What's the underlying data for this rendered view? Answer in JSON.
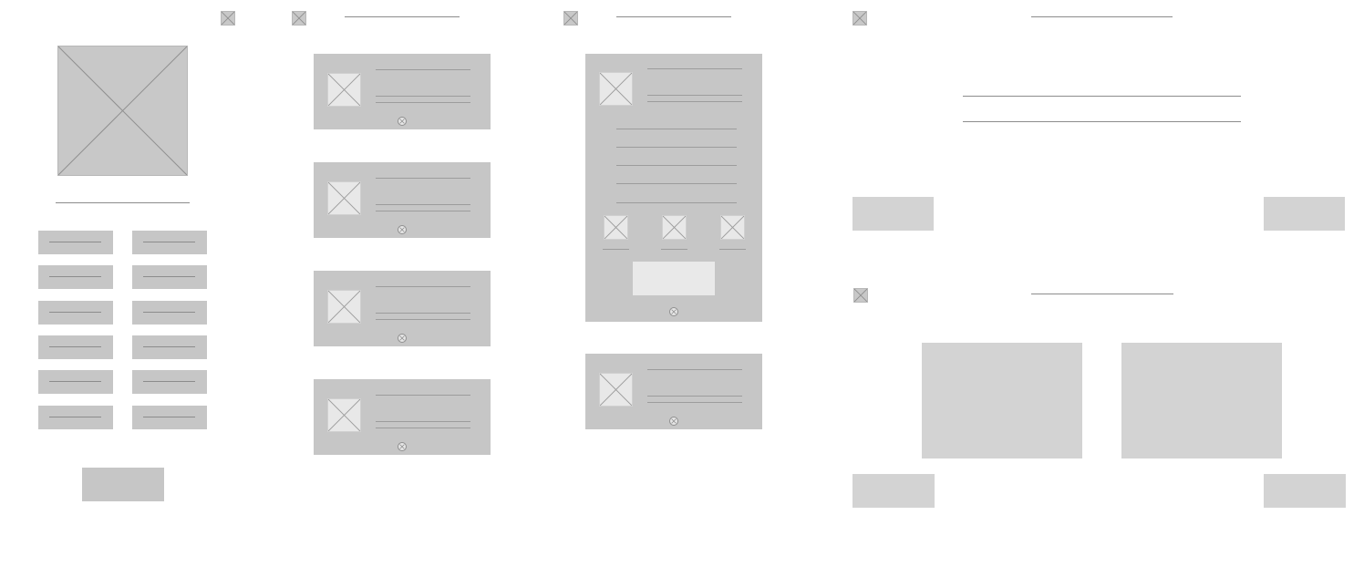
{
  "screens": {
    "menu": {
      "image": "image-placeholder",
      "buttons_rows": 6,
      "buttons_cols": 2
    },
    "list": {
      "cards": 4
    },
    "detail": {
      "thumbnails": 3
    },
    "confirm": {},
    "compare": {}
  },
  "icons": {
    "placeholder": "crossed-box-icon",
    "close": "close-circle-icon"
  },
  "colors": {
    "placeholder": "#c8c8c8",
    "card": "#c6c6c6",
    "pale": "#d3d3d3",
    "line": "#8c8c8c",
    "background": "#ffffff"
  }
}
